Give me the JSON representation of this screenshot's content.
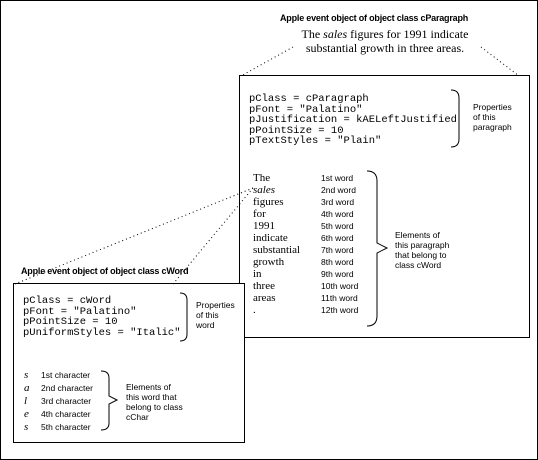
{
  "paragraph": {
    "title": "Apple event object of object class cParagraph",
    "sentence_line1_pre": "The ",
    "sentence_line1_italic": "sales",
    "sentence_line1_post": " figures for 1991 indicate",
    "sentence_line2": "substantial growth in three areas.",
    "properties": [
      "pClass = cParagraph",
      "pFont = \"Palatino\"",
      "pJustification = kAELeftJustified",
      "pPointSize = 10",
      "pTextStyles = \"Plain\""
    ],
    "properties_label": [
      "Properties",
      "of this",
      "paragraph"
    ],
    "words": [
      "The",
      "sales",
      "figures",
      "for",
      "1991",
      "indicate",
      "substantial",
      "growth",
      "in",
      "three",
      "areas",
      "."
    ],
    "word_labels": [
      "1st word",
      "2nd word",
      "3rd word",
      "4th word",
      "5th word",
      "6th word",
      "7th word",
      "8th word",
      "9th word",
      "10th word",
      "11th word",
      "12th word"
    ],
    "elements_label": [
      "Elements of",
      "this paragraph",
      "that belong to",
      "class cWord"
    ]
  },
  "word": {
    "title": "Apple event object of object class cWord",
    "properties": [
      "pClass = cWord",
      "pFont = \"Palatino\"",
      "pPointSize = 10",
      "pUniformStyles = \"Italic\""
    ],
    "properties_label": [
      "Properties",
      "of this",
      "word"
    ],
    "chars": [
      "s",
      "a",
      "l",
      "e",
      "s"
    ],
    "char_labels": [
      "1st character",
      "2nd character",
      "3rd character",
      "4th character",
      "5th character"
    ],
    "elements_label": [
      "Elements of",
      "this word that",
      "belong to class",
      "cChar"
    ]
  }
}
